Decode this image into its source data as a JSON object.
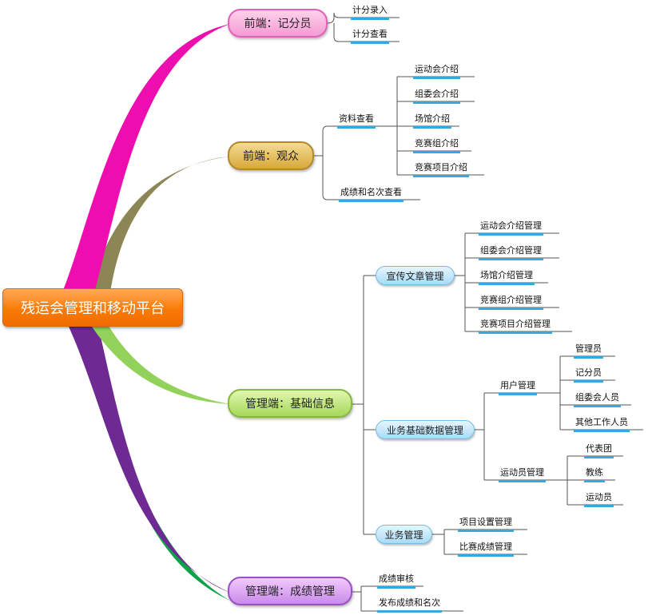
{
  "root": "残运会管理和移动平台",
  "branches": {
    "scorer": {
      "title": "前端：记分员",
      "items": [
        "计分录入",
        "计分查看"
      ]
    },
    "audience": {
      "title": "前端：观众",
      "info": "资料查看",
      "info_items": [
        "运动会介绍",
        "组委会介绍",
        "场馆介绍",
        "竞赛组介绍",
        "竞赛项目介绍"
      ],
      "results": "成绩和名次查看"
    },
    "admin_basic": {
      "title": "管理端：基础信息",
      "publicity": "宣传文章管理",
      "publicity_items": [
        "运动会介绍管理",
        "组委会介绍管理",
        "场馆介绍管理",
        "竞赛组介绍管理",
        "竞赛项目介绍管理"
      ],
      "basic_data": "业务基础数据管理",
      "user_mgmt": "用户管理",
      "user_items": [
        "管理员",
        "记分员",
        "组委会人员",
        "其他工作人员"
      ],
      "athlete_mgmt": "运动员管理",
      "athlete_items": [
        "代表团",
        "教练",
        "运动员"
      ],
      "business": "业务管理",
      "business_items": [
        "项目设置管理",
        "比赛成绩管理"
      ]
    },
    "admin_results": {
      "title": "管理端：成绩管理",
      "items": [
        "成绩审核",
        "发布成绩和名次"
      ]
    }
  },
  "colors": {
    "pink": "#ee0dae",
    "olive": "#8c8654",
    "green": "#93d25a",
    "purple": "#6e2a92",
    "dark_green": "#0fa14a",
    "connector": "#555555",
    "leaf_underline": "#37a7e0"
  }
}
